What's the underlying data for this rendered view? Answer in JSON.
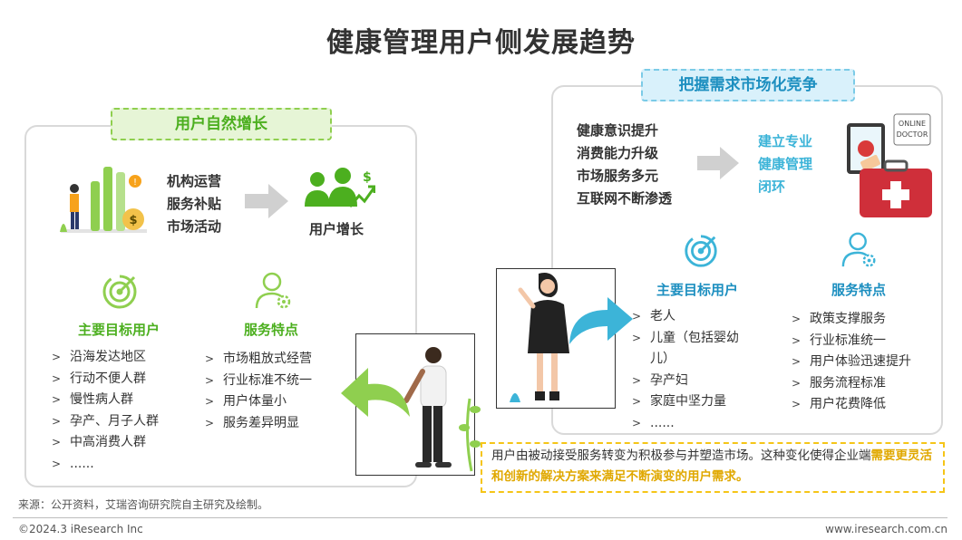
{
  "title": "健康管理用户侧发展趋势",
  "left": {
    "tag": "用户自然增长",
    "drivers": [
      "机构运营",
      "服务补贴",
      "市场活动"
    ],
    "result": "用户增长",
    "target_heading": "主要目标用户",
    "target_items": [
      "沿海发达地区",
      "行动不便人群",
      "慢性病人群",
      "孕产、月子人群",
      "中高消费人群",
      "......"
    ],
    "feature_heading": "服务特点",
    "feature_items": [
      "市场粗放式经营",
      "行业标准不统一",
      "用户体量小",
      "服务差异明显"
    ]
  },
  "right": {
    "tag": "把握需求市场化竞争",
    "drivers": [
      "健康意识提升",
      "消费能力升级",
      "市场服务多元",
      "互联网不断渗透"
    ],
    "result": [
      "建立专业",
      "健康管理",
      "闭环"
    ],
    "target_heading": "主要目标用户",
    "target_items": [
      "老人",
      "儿童（包括婴幼",
      "儿）",
      "孕产妇",
      "家庭中坚力量",
      "......"
    ],
    "feature_heading": "服务特点",
    "feature_items": [
      "政策支撑服务",
      "行业标准统一",
      "用户体验迅速提升",
      "服务流程标准",
      "用户花费降低"
    ]
  },
  "note": {
    "text_plain": "用户由被动接受服务转变为积极参与并塑造市场。这种变化使得企业端",
    "text_highlight": "需要更灵活和创新的解决方案来满足不断演变的用户需求。"
  },
  "source": "来源：公开资料，艾瑞咨询研究院自主研究及绘制。",
  "copyright": "©2024.3 iResearch Inc",
  "website": "www.iresearch.com.cn",
  "badge_text": [
    "ONLINE",
    "DOCTOR"
  ],
  "colors": {
    "green": "#4caf1f",
    "blue": "#1d8fc0",
    "teal": "#3cb4d8",
    "yellow": "#f5c518",
    "gray": "#d0d0d0"
  },
  "icons": [
    "target-icon",
    "user-gear-icon",
    "growth-users-icon",
    "arrow-right-icon",
    "curved-arrow-icon",
    "checkmark-icon",
    "medical-kit-icon",
    "money-chart-icon"
  ]
}
